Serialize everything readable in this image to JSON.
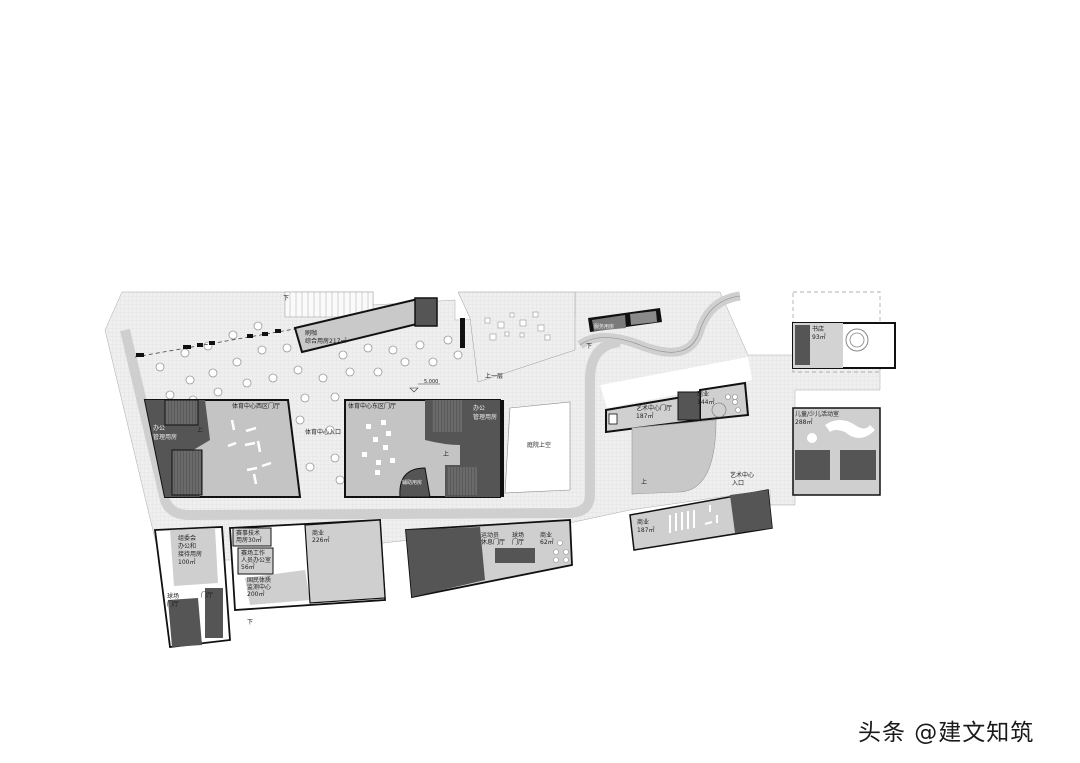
{
  "figure": {
    "type": "architectural-floor-plan",
    "elevation_mark": "5.000",
    "colors": {
      "background": "#ffffff",
      "plaza_paving": "#ececec",
      "hall_floor": "#c9c9c9",
      "service_core": "#5a5a5a",
      "walls": "#111111",
      "path": "#d8d8d8"
    }
  },
  "labels": {
    "down_1": "下",
    "down_2": "下",
    "down_3": "下",
    "up_west": "上",
    "up_east": "上",
    "up_art": "上",
    "up_ramp": "上一层",
    "dining": "刷咖",
    "multipurpose": "综合用房217㎡",
    "small_kiosk": "服务用房",
    "sports_west_hall": "体育中心西区门厅",
    "sports_east_hall": "体育中心东区门厅",
    "sports_entrance": "体育中心入口",
    "office_west_1": "办公",
    "office_west_2": "管理用房",
    "office_east_1": "办公",
    "office_east_2": "管理用房",
    "aux_room": "辅助用房",
    "courtyard_void": "庭院上空",
    "art_hall_1": "艺术中心门厅",
    "art_hall_2": "187㎡",
    "commerce_144_1": "商业",
    "commerce_144_2": "144㎡",
    "art_entrance_1": "艺术中心",
    "art_entrance_2": "入口",
    "commerce_187_1": "商业",
    "commerce_187_2": "187㎡",
    "bookstore_1": "书店",
    "bookstore_2": "93㎡",
    "children_1": "儿童/少儿活动室",
    "children_2": "288㎡",
    "committee_1": "组委会",
    "committee_2": "办公和",
    "committee_3": "接待用房",
    "committee_4": "100㎡",
    "tech_1": "赛事技术",
    "tech_2": "用房30㎡",
    "staff_1": "赛场工作",
    "staff_2": "人员办公室",
    "staff_3": "56㎡",
    "fitness_1": "国民体质",
    "fitness_2": "监测中心",
    "fitness_3": "200㎡",
    "commerce_226_1": "商业",
    "commerce_226_2": "226㎡",
    "athlete_1": "运动员",
    "athlete_2": "休息门厅",
    "court_lobby_1": "球场",
    "court_lobby_2": "门厅",
    "commerce_62_1": "商业",
    "commerce_62_2": "62㎡",
    "court_lobby_w_1": "球场",
    "court_lobby_w_2": "门厅",
    "door_hall": "门厅"
  },
  "watermark": "头条 @建文知筑"
}
